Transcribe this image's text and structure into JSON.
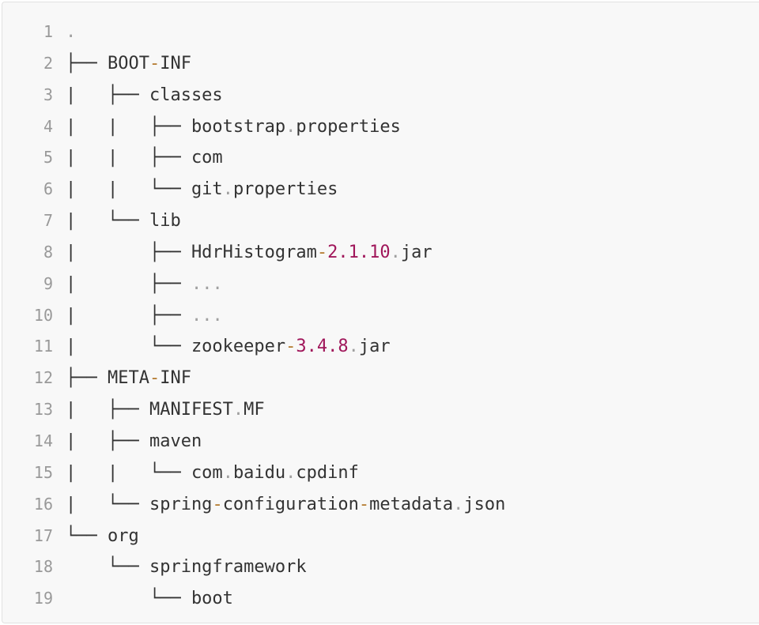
{
  "code": {
    "lines": [
      {
        "number": "1",
        "tokens": [
          {
            "t": "punct",
            "v": "."
          }
        ]
      },
      {
        "number": "2",
        "tokens": [
          {
            "t": "plain",
            "v": "├── BOOT"
          },
          {
            "t": "op",
            "v": "-"
          },
          {
            "t": "plain",
            "v": "INF"
          }
        ]
      },
      {
        "number": "3",
        "tokens": [
          {
            "t": "plain",
            "v": "|   ├── classes"
          }
        ]
      },
      {
        "number": "4",
        "tokens": [
          {
            "t": "plain",
            "v": "|   |   ├── bootstrap"
          },
          {
            "t": "punct",
            "v": "."
          },
          {
            "t": "plain",
            "v": "properties"
          }
        ]
      },
      {
        "number": "5",
        "tokens": [
          {
            "t": "plain",
            "v": "|   |   ├── com"
          }
        ]
      },
      {
        "number": "6",
        "tokens": [
          {
            "t": "plain",
            "v": "|   |   └── git"
          },
          {
            "t": "punct",
            "v": "."
          },
          {
            "t": "plain",
            "v": "properties"
          }
        ]
      },
      {
        "number": "7",
        "tokens": [
          {
            "t": "plain",
            "v": "|   └── lib"
          }
        ]
      },
      {
        "number": "8",
        "tokens": [
          {
            "t": "plain",
            "v": "|       ├── HdrHistogram"
          },
          {
            "t": "op",
            "v": "-"
          },
          {
            "t": "num",
            "v": "2.1.10"
          },
          {
            "t": "punct",
            "v": "."
          },
          {
            "t": "plain",
            "v": "jar"
          }
        ]
      },
      {
        "number": "9",
        "tokens": [
          {
            "t": "plain",
            "v": "|       ├── "
          },
          {
            "t": "ellipsis",
            "v": "..."
          }
        ]
      },
      {
        "number": "10",
        "tokens": [
          {
            "t": "plain",
            "v": "|       ├── "
          },
          {
            "t": "ellipsis",
            "v": "..."
          }
        ]
      },
      {
        "number": "11",
        "tokens": [
          {
            "t": "plain",
            "v": "|       └── zookeeper"
          },
          {
            "t": "op",
            "v": "-"
          },
          {
            "t": "num",
            "v": "3.4.8"
          },
          {
            "t": "punct",
            "v": "."
          },
          {
            "t": "plain",
            "v": "jar"
          }
        ]
      },
      {
        "number": "12",
        "tokens": [
          {
            "t": "plain",
            "v": "├── META"
          },
          {
            "t": "op",
            "v": "-"
          },
          {
            "t": "plain",
            "v": "INF"
          }
        ]
      },
      {
        "number": "13",
        "tokens": [
          {
            "t": "plain",
            "v": "|   ├── MANIFEST"
          },
          {
            "t": "punct",
            "v": "."
          },
          {
            "t": "plain",
            "v": "MF"
          }
        ]
      },
      {
        "number": "14",
        "tokens": [
          {
            "t": "plain",
            "v": "|   ├── maven"
          }
        ]
      },
      {
        "number": "15",
        "tokens": [
          {
            "t": "plain",
            "v": "|   |   └── com"
          },
          {
            "t": "punct",
            "v": "."
          },
          {
            "t": "plain",
            "v": "baidu"
          },
          {
            "t": "punct",
            "v": "."
          },
          {
            "t": "plain",
            "v": "cpdinf"
          }
        ]
      },
      {
        "number": "16",
        "tokens": [
          {
            "t": "plain",
            "v": "|   └── spring"
          },
          {
            "t": "op",
            "v": "-"
          },
          {
            "t": "plain",
            "v": "configuration"
          },
          {
            "t": "op",
            "v": "-"
          },
          {
            "t": "plain",
            "v": "metadata"
          },
          {
            "t": "punct",
            "v": "."
          },
          {
            "t": "plain",
            "v": "json"
          }
        ]
      },
      {
        "number": "17",
        "tokens": [
          {
            "t": "plain",
            "v": "└── org"
          }
        ]
      },
      {
        "number": "18",
        "tokens": [
          {
            "t": "plain",
            "v": "    └── springframework"
          }
        ]
      },
      {
        "number": "19",
        "tokens": [
          {
            "t": "plain",
            "v": "        └── boot"
          }
        ]
      }
    ]
  },
  "colors": {
    "background": "#f8f8f8",
    "border": "#e2e2e2",
    "line_number": "#999999",
    "text": "#333333",
    "operator": "#b47b2f",
    "punctuation": "#a0a0a0",
    "number": "#a0165a"
  }
}
